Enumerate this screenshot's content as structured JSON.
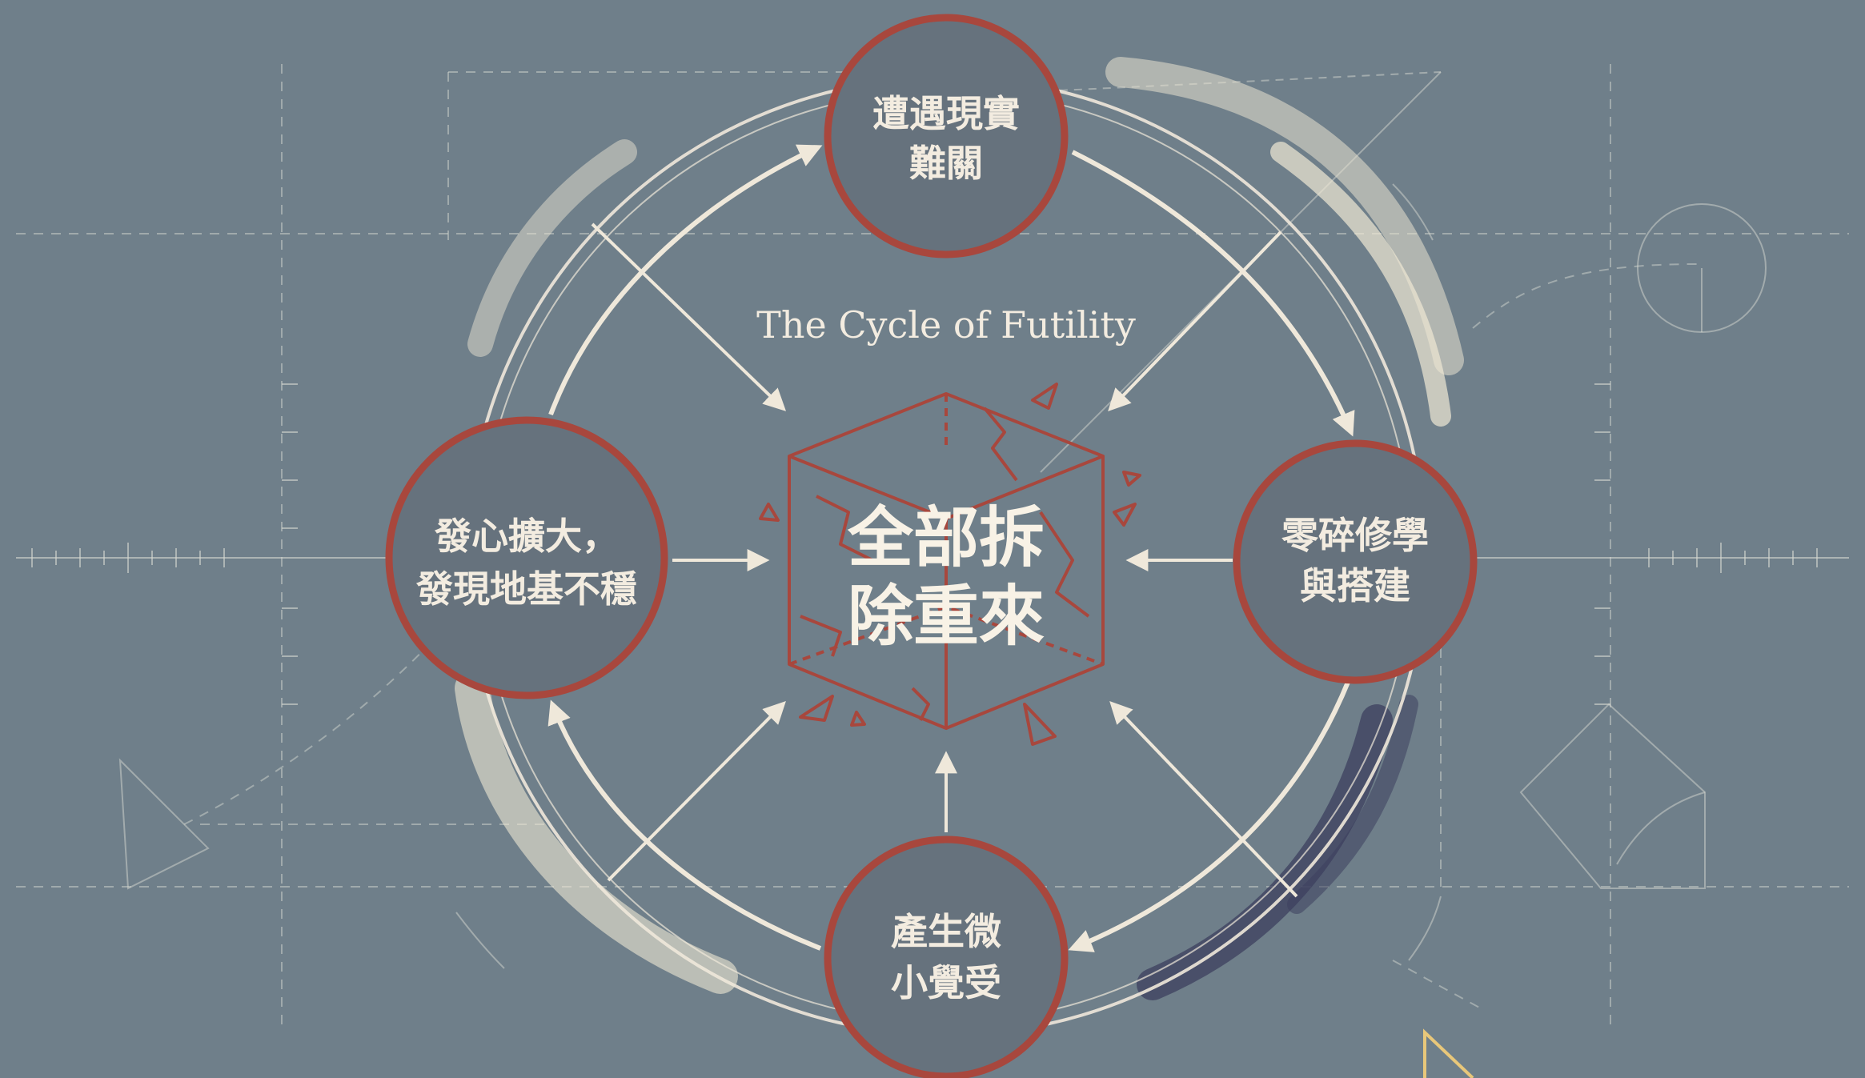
{
  "diagram": {
    "title": "The Cycle of Futility",
    "center": {
      "line1": "全部拆",
      "line2": "除重來"
    },
    "nodes": {
      "top": {
        "line1": "遭遇現實",
        "line2": "難關"
      },
      "right": {
        "line1": "零碎修學",
        "line2": "與搭建"
      },
      "bottom": {
        "line1": "產生微",
        "line2": "小覺受"
      },
      "left": {
        "line1": "發心擴大，",
        "line2": "發現地基不穩"
      }
    },
    "colors": {
      "background": "#6f7f8a",
      "node_ring": "#a8473d",
      "node_fill": "#66727d",
      "line": "#efe8da",
      "cube": "#a8473d"
    }
  }
}
